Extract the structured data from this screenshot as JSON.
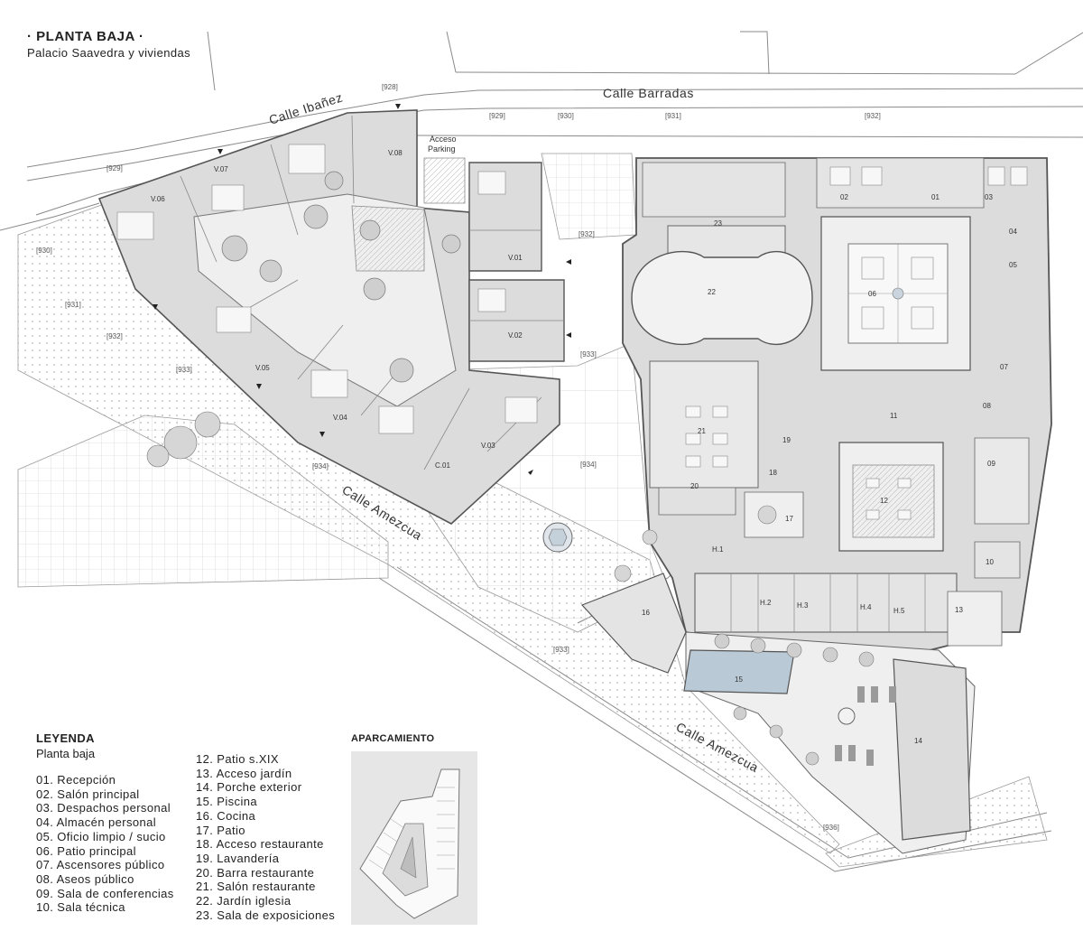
{
  "title": {
    "heading": "· PLANTA BAJA ·",
    "subtitle": "Palacio Saavedra y viviendas"
  },
  "streets": {
    "ibanez": "Calle Ibañez",
    "barradas": "Calle Barradas",
    "amezcua_1": "Calle Amezcua",
    "amezcua_2": "Calle Amezcua",
    "acceso_parking_1": "Acceso",
    "acceso_parking_2": "Parking"
  },
  "refs": {
    "r928": "[928]",
    "r929a": "[929]",
    "r929b": "[929]",
    "r930a": "[930]",
    "r930b": "[930]",
    "r931a": "[931]",
    "r931b": "[931]",
    "r932a": "[932]",
    "r932b": "[932]",
    "r932c": "[932]",
    "r933a": "[933]",
    "r933b": "[933]",
    "r933c": "[933]",
    "r934a": "[934]",
    "r934b": "[934]",
    "r936": "[936]"
  },
  "units": {
    "v01": "V.01",
    "v02": "V.02",
    "v03": "V.03",
    "v04": "V.04",
    "v05": "V.05",
    "v06": "V.06",
    "v07": "V.07",
    "v08": "V.08",
    "c01": "C.01",
    "h1": "H.1",
    "h2": "H.2",
    "h3": "H.3",
    "h4": "H.4",
    "h5": "H.5"
  },
  "rooms": {
    "n01": "01",
    "n02": "02",
    "n03": "03",
    "n04": "04",
    "n05": "05",
    "n06": "06",
    "n07": "07",
    "n08": "08",
    "n09": "09",
    "n10": "10",
    "n11": "11",
    "n12": "12",
    "n13": "13",
    "n14": "14",
    "n15": "15",
    "n16": "16",
    "n17": "17",
    "n18": "18",
    "n19": "19",
    "n20": "20",
    "n21": "21",
    "n22": "22",
    "n23": "23"
  },
  "legend": {
    "heading": "LEYENDA",
    "subheading": "Planta baja",
    "col1": [
      "01. Recepción",
      "02. Salón principal",
      "03. Despachos personal",
      "04. Almacén personal",
      "05. Oficio limpio / sucio",
      "06. Patio principal",
      "07. Ascensores público",
      "08. Aseos público",
      "09. Sala de conferencias",
      "10. Sala técnica"
    ],
    "col2": [
      "12. Patio s.XIX",
      "13. Acceso jardín",
      "14. Porche exterior",
      "15. Piscina",
      "16. Cocina",
      "17. Patio",
      "18. Acceso restaurante",
      "19. Lavandería",
      "20. Barra restaurante",
      "21. Salón restaurante",
      "22. Jardín iglesia",
      "23. Sala de exposiciones"
    ]
  },
  "parking": {
    "title": "APARCAMIENTO"
  },
  "colors": {
    "building_fill": "#dcdcdc",
    "courtyard_fill": "#efefef",
    "pool": "#b9c9d6",
    "line": "#6a6a6a"
  }
}
